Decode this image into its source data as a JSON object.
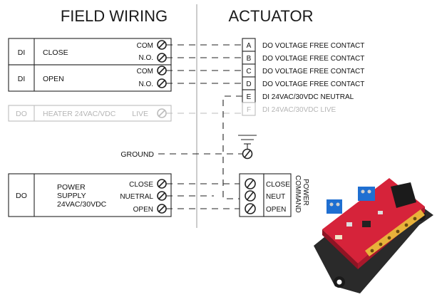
{
  "headers": {
    "field_wiring": "FIELD WIRING",
    "actuator": "ACTUATOR"
  },
  "field": {
    "close_box": {
      "type": "DI",
      "label": "CLOSE",
      "terminals": [
        "COM",
        "N.O."
      ]
    },
    "open_box": {
      "type": "DI",
      "label": "OPEN",
      "terminals": [
        "COM",
        "N.O."
      ]
    },
    "heater_box": {
      "type": "DO",
      "label": "HEATER 24VAC/VDC",
      "terminal": "LIVE"
    },
    "ground_label": "GROUND",
    "power_box": {
      "type": "DO",
      "label_lines": [
        "POWER",
        "SUPPLY",
        "24VAC/30VDC"
      ],
      "terminals": [
        "CLOSE",
        "NUETRAL",
        "OPEN"
      ]
    }
  },
  "actuator": {
    "terminals": [
      {
        "letter": "A",
        "desc": "DO  VOLTAGE FREE CONTACT"
      },
      {
        "letter": "B",
        "desc": "DO  VOLTAGE FREE CONTACT"
      },
      {
        "letter": "C",
        "desc": "DO  VOLTAGE FREE CONTACT"
      },
      {
        "letter": "D",
        "desc": "DO  VOLTAGE FREE CONTACT"
      },
      {
        "letter": "E",
        "desc": "DI  24VAC/30VDC NEUTRAL"
      },
      {
        "letter": "F",
        "desc": "DI  24VAC/30VDC LIVE"
      }
    ],
    "command_labels": [
      "CLOSE",
      "NEUT",
      "OPEN"
    ],
    "command_power": [
      "COMMAND",
      "POWER"
    ]
  },
  "colors": {
    "line": "#222222",
    "dimmed": "#bdbdbd",
    "board": "#d6233a",
    "terminal_block": "#1f6fd1"
  }
}
